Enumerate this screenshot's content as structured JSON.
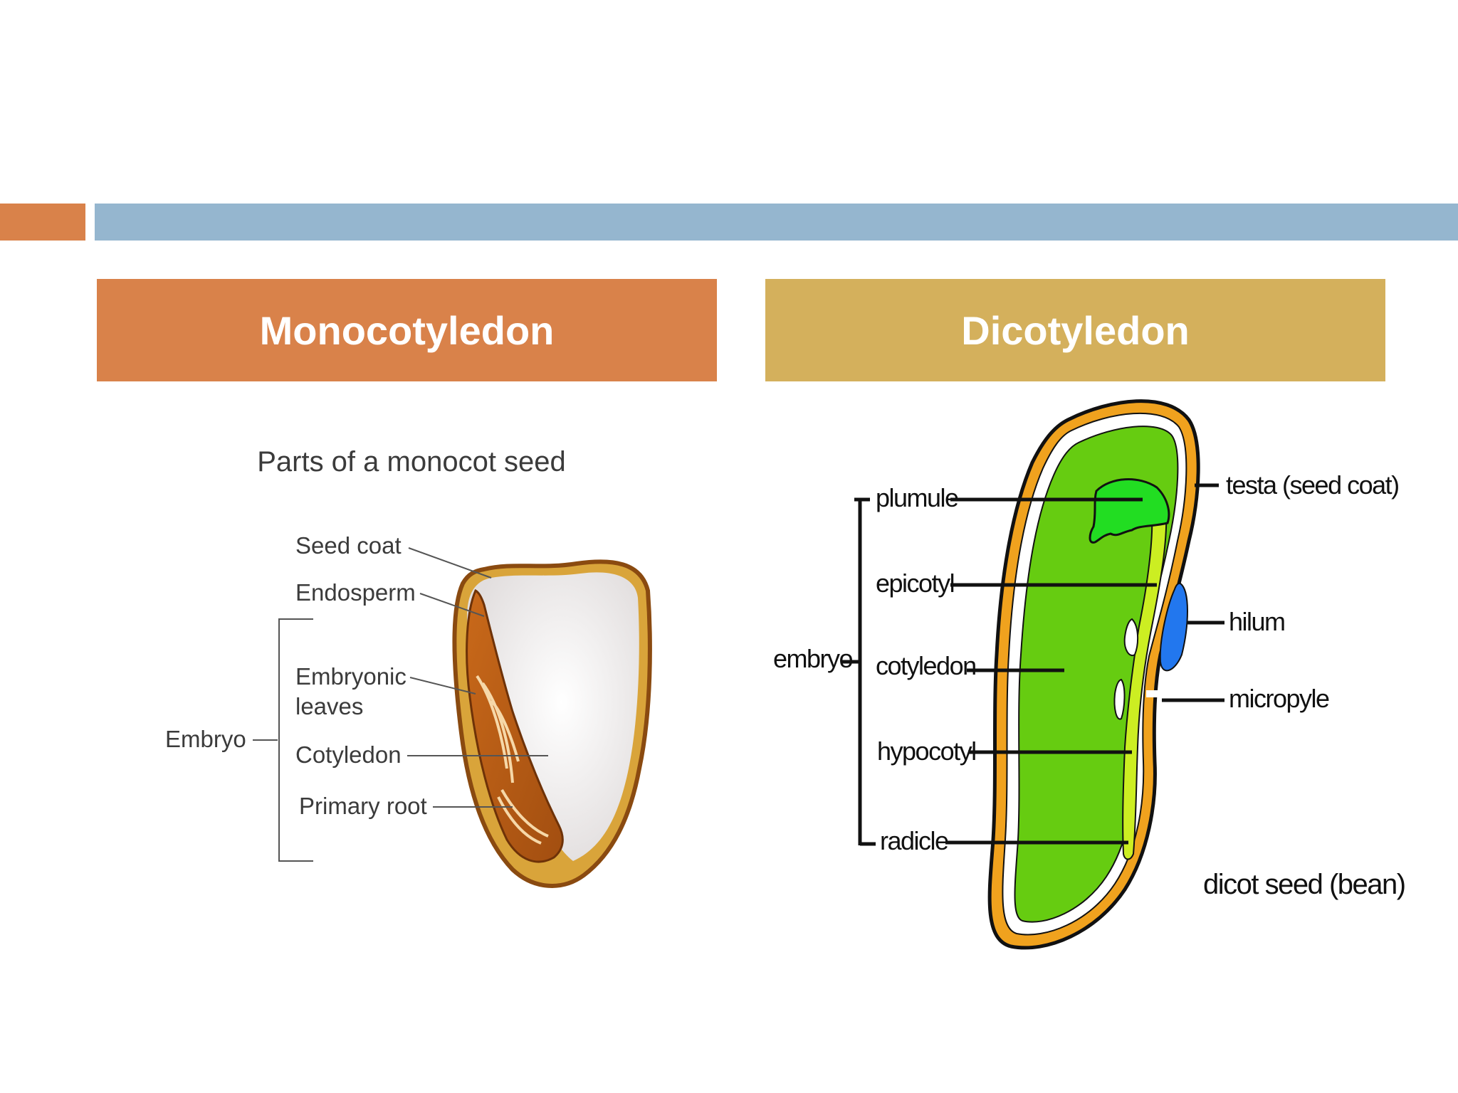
{
  "headers": {
    "monocot": "Monocotyledon",
    "dicot": "Dicotyledon"
  },
  "monocot_diagram": {
    "title": "Parts of a monocot seed",
    "labels": {
      "seed_coat": "Seed coat",
      "endosperm": "Endosperm",
      "embryonic_leaves_1": "Embryonic",
      "embryonic_leaves_2": "leaves",
      "cotyledon": "Cotyledon",
      "primary_root": "Primary root",
      "embryo": "Embryo"
    }
  },
  "dicot_diagram": {
    "caption": "dicot seed (bean)",
    "labels": {
      "plumule": "plumule",
      "epicotyl": "epicotyl",
      "cotyledon": "cotyledon",
      "hypocotyl": "hypocotyl",
      "radicle": "radicle",
      "embryo": "embryo",
      "testa": "testa (seed coat)",
      "hilum": "hilum",
      "micropyle": "micropyle"
    }
  },
  "colors": {
    "accent_orange": "#D9824A",
    "accent_blue": "#95B6CF",
    "dicot_header": "#D4B05C",
    "seed_green": "#66CC11",
    "plumule_green": "#22DD22",
    "hilum_blue": "#2277EE"
  }
}
